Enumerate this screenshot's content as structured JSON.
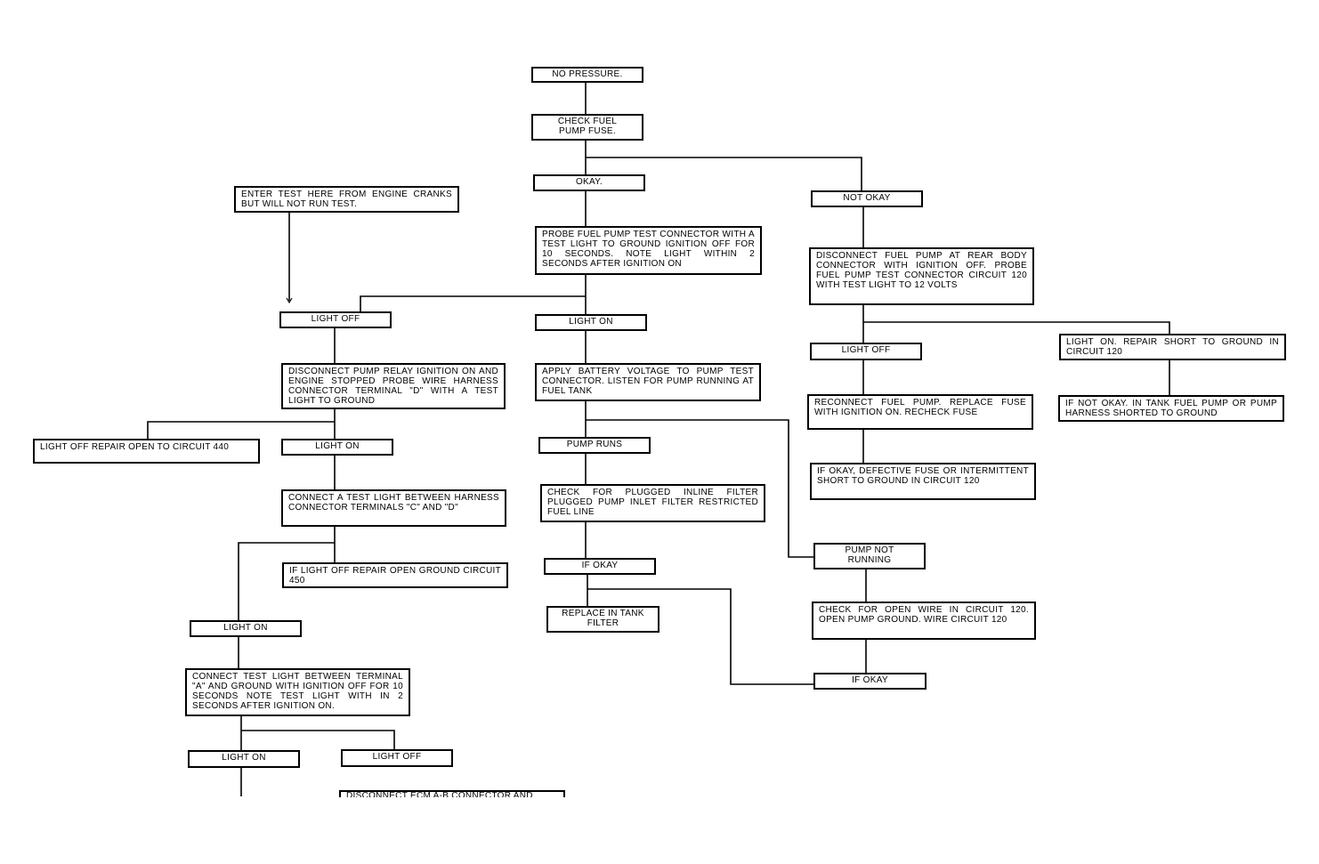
{
  "diagram": {
    "nodes": {
      "no_pressure": "NO PRESSURE.",
      "check_fuse": "CHECK FUEL\nPUMP FUSE.",
      "okay": "OKAY.",
      "not_okay": "NOT OKAY",
      "enter_test": "ENTER TEST HERE FROM ENGINE CRANKS BUT WILL NOT RUN TEST.",
      "probe_connector": "PROBE FUEL PUMP TEST CONNECTOR WITH A TEST LIGHT TO GROUND IGNITION OFF FOR 10 SECONDS. NOTE LIGHT WITHIN 2 SECONDS AFTER IGNITION ON",
      "disconnect_rear": "DISCONNECT FUEL PUMP AT REAR BODY CONNECTOR WITH IGNITION OFF. PROBE FUEL PUMP TEST CONNECTOR CIRCUIT 120 WITH TEST LIGHT TO 12 VOLTS",
      "light_off_a": "LIGHT OFF",
      "light_on_a": "LIGHT ON",
      "light_off_r": "LIGHT OFF",
      "light_on_repair_short": "LIGHT ON. REPAIR SHORT TO GROUND IN CIRCUIT 120",
      "disconnect_relay": "DISCONNECT PUMP RELAY IGNITION ON AND ENGINE STOPPED PROBE WIRE HARNESS CONNECTOR TERMINAL \"D\" WITH A TEST LIGHT TO GROUND",
      "apply_battery": "APPLY BATTERY VOLTAGE TO PUMP TEST CONNECTOR. LISTEN FOR PUMP RUNNING AT FUEL TANK",
      "reconnect_pump": "RECONNECT FUEL PUMP. REPLACE FUSE WITH IGNITION ON. RECHECK FUSE",
      "if_not_okay_tank": "IF NOT OKAY. IN TANK FUEL PUMP OR PUMP HARNESS SHORTED TO GROUND",
      "light_off_repair_440": "LIGHT OFF REPAIR OPEN TO CIRCUIT 440",
      "light_on_b": "LIGHT ON",
      "pump_runs": "PUMP RUNS",
      "if_okay_defective": "IF OKAY, DEFECTIVE FUSE OR INTERMITTENT SHORT TO GROUND IN CIRCUIT 120",
      "connect_cd": "CONNECT A TEST LIGHT BETWEEN HARNESS CONNECTOR TERMINALS \"C\" AND \"D\"",
      "check_plugged": "CHECK FOR PLUGGED INLINE FILTER PLUGGED PUMP INLET FILTER RESTRICTED FUEL LINE",
      "pump_not_running": "PUMP NOT\nRUNNING",
      "if_light_off_450": "IF LIGHT OFF REPAIR OPEN GROUND CIRCUIT 450",
      "if_okay_a": "IF OKAY",
      "replace_filter": "REPLACE IN TANK\nFILTER",
      "check_open_wire": "CHECK FOR OPEN WIRE IN CIRCUIT 120. OPEN PUMP GROUND. WIRE CIRCUIT 120",
      "light_on_c": "LIGHT ON",
      "if_okay_b": "IF OKAY",
      "connect_terminal_a": "CONNECT TEST LIGHT BETWEEN TERMINAL \"A\" AND GROUND WITH IGNITION OFF FOR 10 SECONDS NOTE TEST LIGHT WITH IN 2 SECONDS AFTER IGNITION ON.",
      "light_on_d": "LIGHT ON",
      "light_off_d": "LIGHT OFF",
      "disconnect_ecm": "DISCONNECT ECM A-B CONNECTOR AND"
    }
  }
}
